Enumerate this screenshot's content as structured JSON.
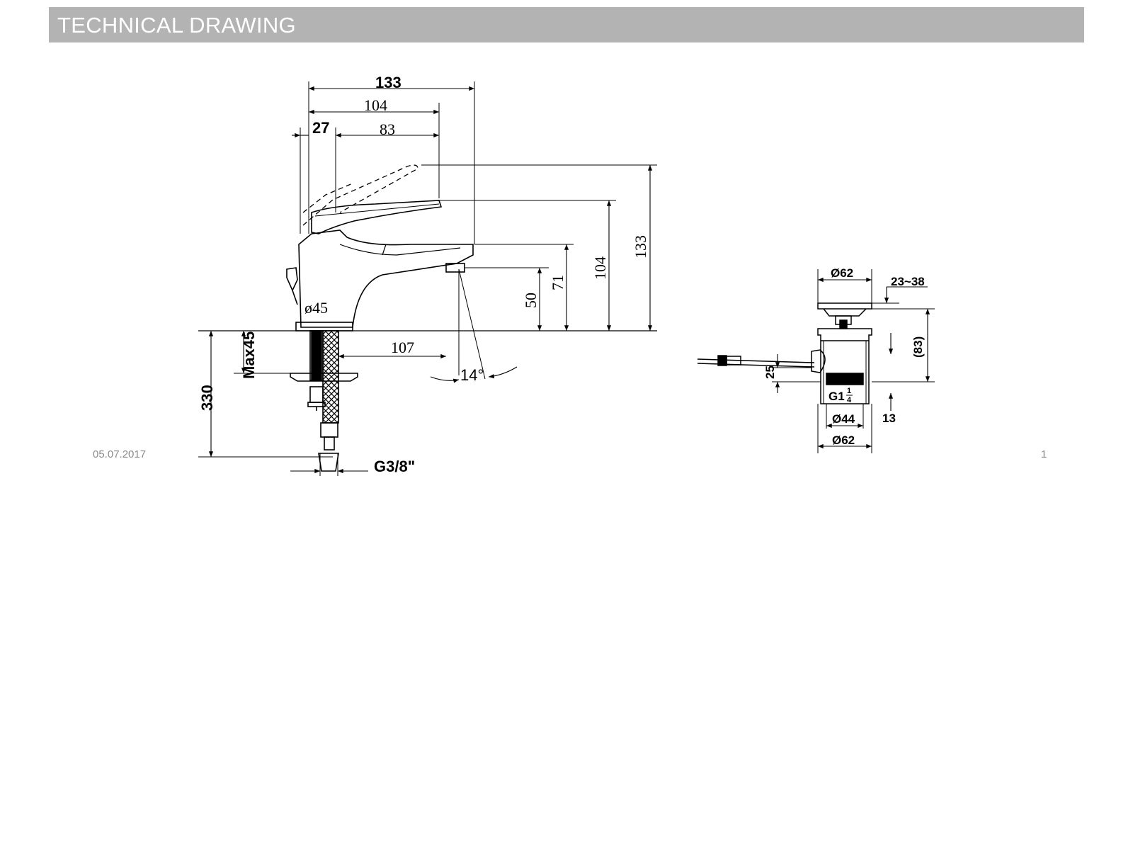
{
  "header": {
    "title": "TECHNICAL DRAWING"
  },
  "faucet": {
    "width_overall": "133",
    "width_spout": "104",
    "width_lever": "27",
    "width_83": "83",
    "height_133": "133",
    "height_104": "104",
    "height_71": "71",
    "height_50": "50",
    "base_diameter": "ø45",
    "reach": "107",
    "angle": "14°",
    "max_deck": "Max45",
    "hose_length": "330",
    "thread": "G3/8\""
  },
  "waste": {
    "top_diameter": "Ø62",
    "range": "23~38",
    "height": "(83)",
    "rod_offset": "25",
    "thread_base": "G1",
    "thread_num": "1",
    "thread_den": "4",
    "inner_diameter": "Ø44",
    "bottom_height": "13",
    "bottom_diameter": "Ø62"
  },
  "footer": {
    "date": "05.07.2017",
    "page": "1"
  }
}
